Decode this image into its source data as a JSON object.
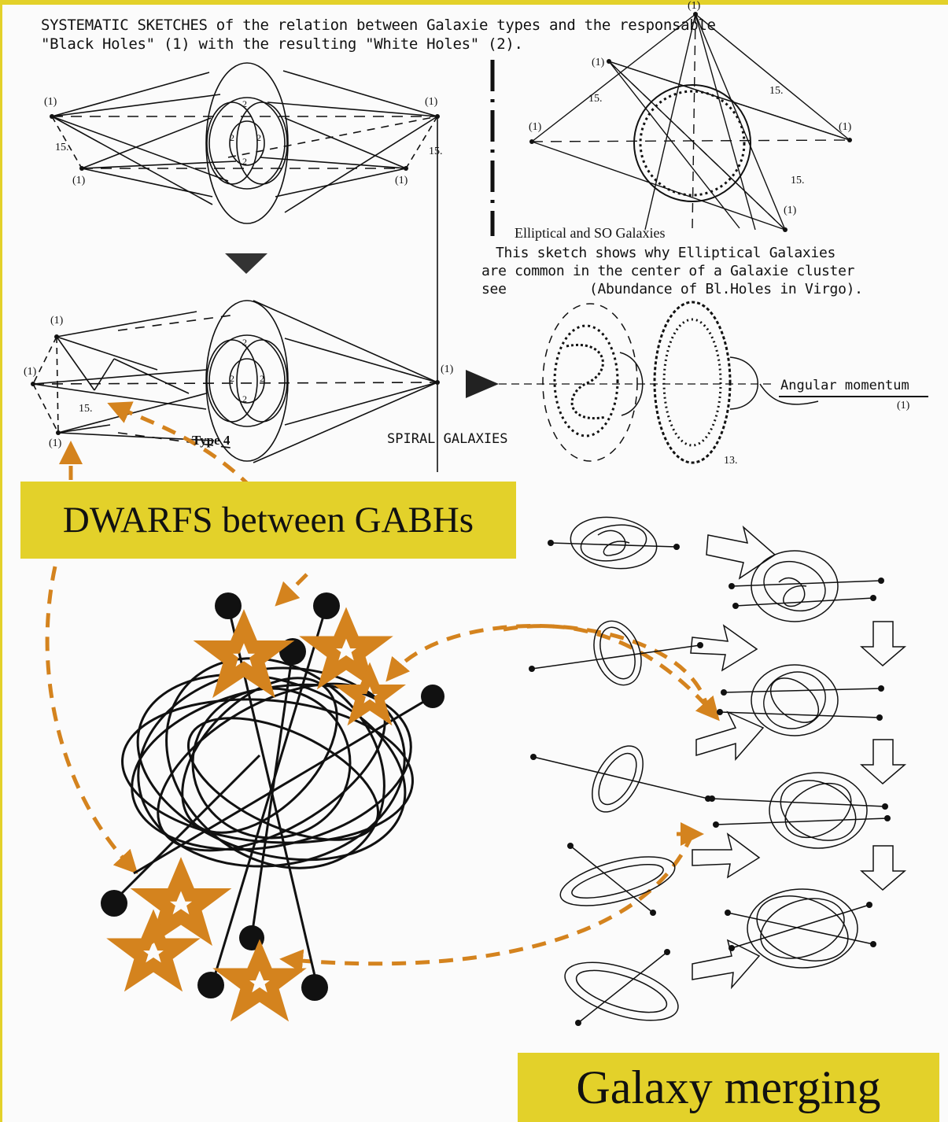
{
  "title": {
    "line1": "SYSTEMATIC SKETCHES of the relation between Galaxie types and the responsable",
    "line2": "\"Black Holes\" (1) with the resulting \"White Holes\" (2)."
  },
  "labels": {
    "bh": "(1)",
    "wh": "2",
    "angle": "15.",
    "type4": "Type 4",
    "spiral": "SPIRAL GALAXIES",
    "elliptical": "Elliptical and SO Galaxies",
    "angular": "Angular momentum",
    "angular_sub": "(1)",
    "thirteen": "13."
  },
  "note": {
    "line1": "This sketch shows why Elliptical Galaxies",
    "line2": "are common in the center of a Galaxie cluster",
    "line3": "see          (Abundance of Bl.Holes in Virgo)."
  },
  "banners": {
    "dwarfs": "DWARFS between GABHs",
    "merging": "Galaxy merging"
  },
  "colors": {
    "banner": "#e3d12a",
    "accent": "#d4831e",
    "ink": "#111111"
  }
}
